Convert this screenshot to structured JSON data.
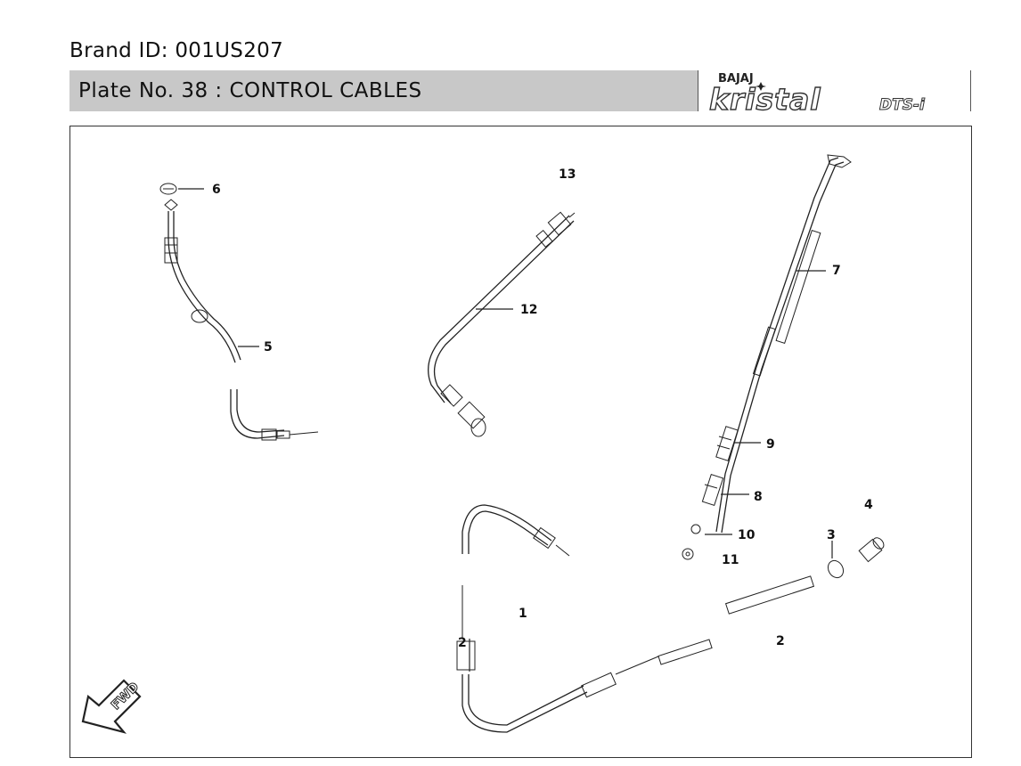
{
  "header": {
    "brand_id": "Brand ID: 001US207",
    "plate_title": "Plate No. 38  : CONTROL CABLES"
  },
  "logo": {
    "maker": "BAJAJ",
    "model": "kristal",
    "variant": "DTS-i"
  },
  "diagram": {
    "callouts": {
      "c1": "1",
      "c2": "2",
      "c3": "3",
      "c4": "4",
      "c5": "5",
      "c6": "6",
      "c7": "7",
      "c8": "8",
      "c9": "9",
      "c10": "10",
      "c11": "11",
      "c12": "12",
      "c13": "13"
    },
    "fwd_label": "FWD"
  }
}
